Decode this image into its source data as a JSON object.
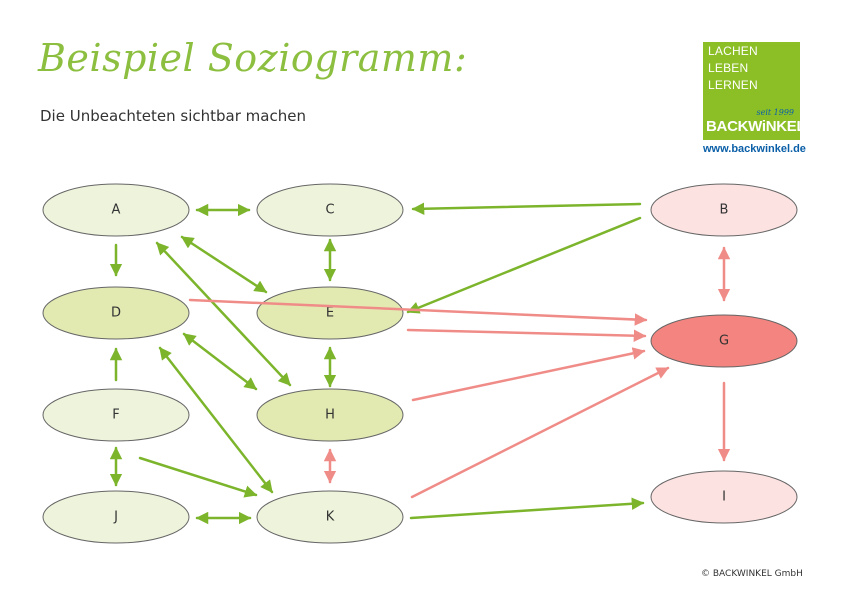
{
  "header": {
    "title": "Beispiel Soziogramm:",
    "subtitle": "Die Unbeachteten sichtbar machen"
  },
  "logo": {
    "lines": [
      "LACHEN",
      "LEBEN",
      "LERNEN"
    ],
    "since": "seit 1999",
    "brand": "BACKWiNKEL",
    "url": "www.backwinkel.de"
  },
  "footer": {
    "copyright": "© BACKWINKEL GmbH"
  },
  "colors": {
    "green_arrow": "#7cb52c",
    "red_arrow": "#f08c88",
    "node_light_green": "#eef4dc",
    "node_green": "#dde6a4",
    "node_light_pink": "#fde2e2",
    "node_red": "#f4847f",
    "node_stroke": "#666666"
  },
  "nodes": [
    {
      "id": "A",
      "label": "A",
      "style": "light_green"
    },
    {
      "id": "C",
      "label": "C",
      "style": "light_green"
    },
    {
      "id": "B",
      "label": "B",
      "style": "light_pink"
    },
    {
      "id": "D",
      "label": "D",
      "style": "green"
    },
    {
      "id": "E",
      "label": "E",
      "style": "green"
    },
    {
      "id": "G",
      "label": "G",
      "style": "red"
    },
    {
      "id": "F",
      "label": "F",
      "style": "light_green"
    },
    {
      "id": "H",
      "label": "H",
      "style": "green"
    },
    {
      "id": "J",
      "label": "J",
      "style": "light_green"
    },
    {
      "id": "K",
      "label": "K",
      "style": "light_green"
    },
    {
      "id": "I",
      "label": "I",
      "style": "light_pink"
    }
  ],
  "edges": [
    {
      "from": "A",
      "to": "C",
      "color": "green",
      "both": true
    },
    {
      "from": "B",
      "to": "C",
      "color": "green",
      "both": false
    },
    {
      "from": "B",
      "to": "E",
      "color": "green",
      "both": false
    },
    {
      "from": "A",
      "to": "D",
      "color": "green",
      "both": false
    },
    {
      "from": "C",
      "to": "E",
      "color": "green",
      "both": true
    },
    {
      "from": "A",
      "to": "E",
      "color": "green",
      "both": true
    },
    {
      "from": "A",
      "to": "H",
      "color": "green",
      "both": true
    },
    {
      "from": "D",
      "to": "H",
      "color": "green",
      "both": true
    },
    {
      "from": "D",
      "to": "K",
      "color": "green",
      "both": true
    },
    {
      "from": "F",
      "to": "D",
      "color": "green",
      "both": false
    },
    {
      "from": "E",
      "to": "H",
      "color": "green",
      "both": true
    },
    {
      "from": "F",
      "to": "J",
      "color": "green",
      "both": true
    },
    {
      "from": "F",
      "to": "K",
      "color": "green",
      "both": false
    },
    {
      "from": "J",
      "to": "K",
      "color": "green",
      "both": true
    },
    {
      "from": "K",
      "to": "I",
      "color": "green",
      "both": false
    },
    {
      "from": "B",
      "to": "G",
      "color": "red",
      "both": true
    },
    {
      "from": "D",
      "to": "G",
      "color": "red",
      "both": false
    },
    {
      "from": "E",
      "to": "G",
      "color": "red",
      "both": false
    },
    {
      "from": "H",
      "to": "G",
      "color": "red",
      "both": false
    },
    {
      "from": "K",
      "to": "G",
      "color": "red",
      "both": false
    },
    {
      "from": "H",
      "to": "K",
      "color": "red",
      "both": true
    },
    {
      "from": "G",
      "to": "I",
      "color": "red",
      "both": false
    }
  ]
}
